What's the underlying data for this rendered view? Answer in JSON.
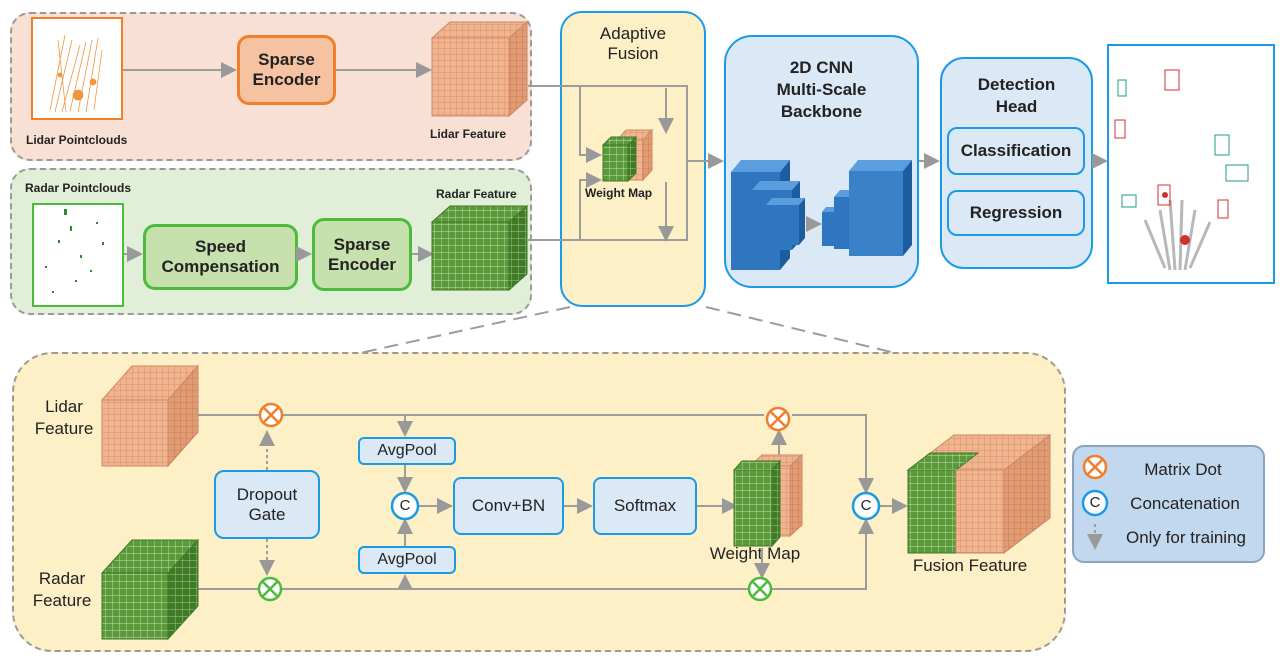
{
  "colors": {
    "lidar_accent": "#f07e2b",
    "lidar_panel_bg": "#f8e0d4",
    "radar_accent": "#4cbb3c",
    "radar_panel_bg": "#e2efd8",
    "fusion_bg": "#fdefc6",
    "blue_border": "#1a9be6",
    "blue_fill": "#dbe8f5",
    "lidar_cube": "#f2b48e",
    "radar_cube": "#5a9a3a",
    "cnn_block": "#2f76c0"
  },
  "top": {
    "lidar_pointclouds": "Lidar Pointclouds",
    "sparse_encoder_lidar": "Sparse\nEncoder",
    "lidar_feature": "Lidar Feature",
    "radar_pointclouds": "Radar Pointclouds",
    "speed_compensation": "Speed\nCompensation",
    "sparse_encoder_radar": "Sparse\nEncoder",
    "radar_feature": "Radar Feature",
    "adaptive_fusion": "Adaptive\nFusion",
    "weight_map": "Weight Map",
    "backbone": "2D CNN\nMulti-Scale\nBackbone",
    "detection_head": "Detection\nHead",
    "classification": "Classification",
    "regression": "Regression"
  },
  "detail": {
    "lidar_feature": "Lidar\nFeature",
    "radar_feature": "Radar\nFeature",
    "dropout_gate": "Dropout\nGate",
    "avgpool_top": "AvgPool",
    "avgpool_bottom": "AvgPool",
    "concat_symbol": "C",
    "conv_bn": "Conv+BN",
    "softmax": "Softmax",
    "weight_map": "Weight   Map",
    "fusion_feature": "Fusion Feature"
  },
  "legend": {
    "matrix_dot": "Matrix Dot",
    "concatenation": "Concatenation",
    "only_training": "Only for training",
    "concat_symbol": "C"
  }
}
